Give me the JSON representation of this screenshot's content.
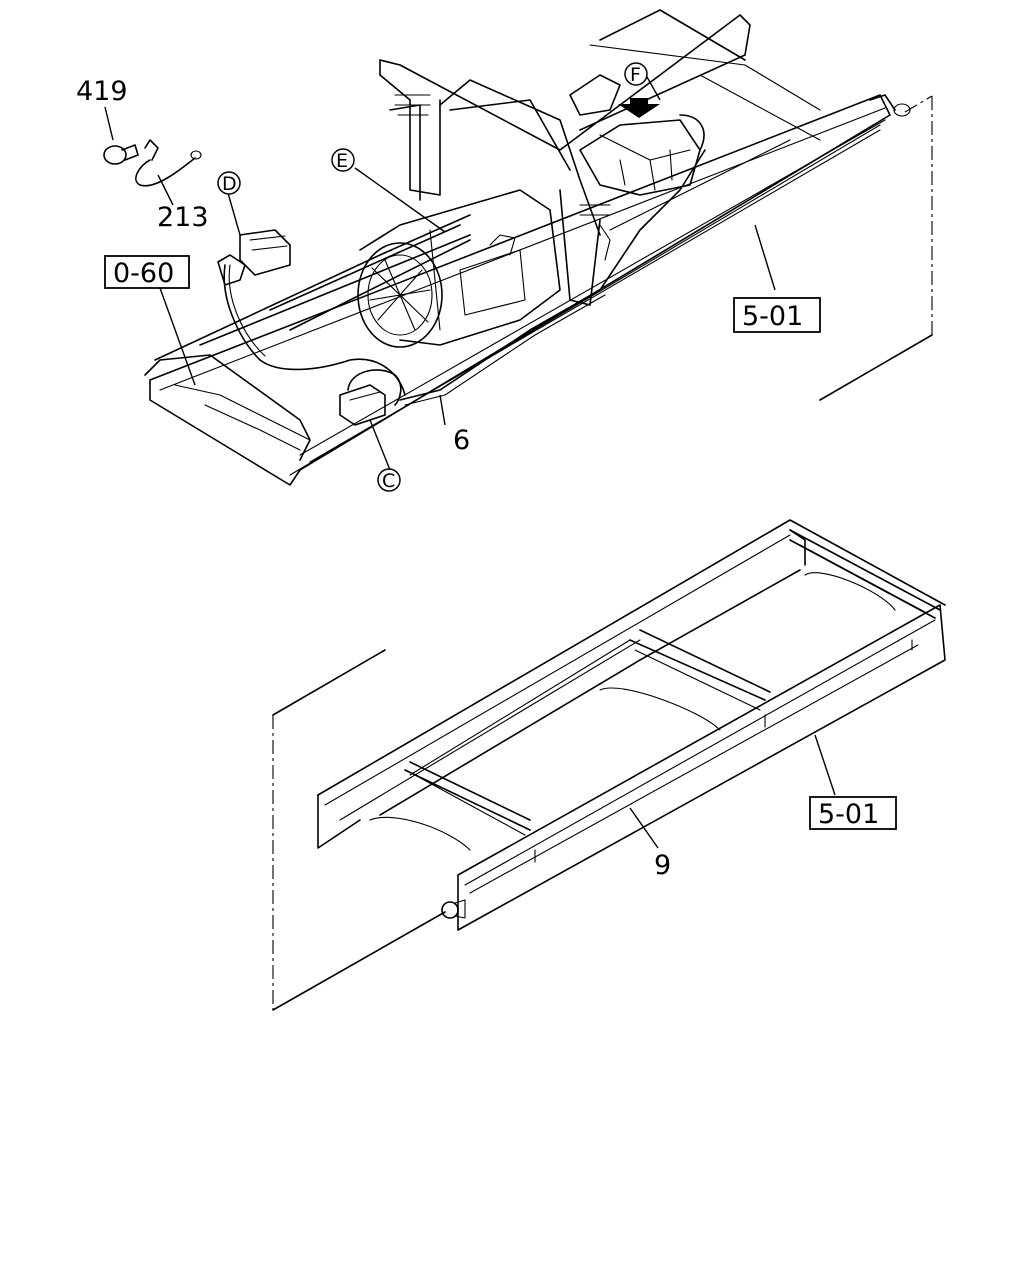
{
  "part_numbers": {
    "p419": "419",
    "p213": "213",
    "p6": "6",
    "p9": "9"
  },
  "ref_boxes": {
    "r060": "0-60",
    "r501_top": "5-01",
    "r501_bottom": "5-01"
  },
  "view_markers": {
    "c": "C",
    "d": "D",
    "e": "E",
    "f": "F"
  }
}
